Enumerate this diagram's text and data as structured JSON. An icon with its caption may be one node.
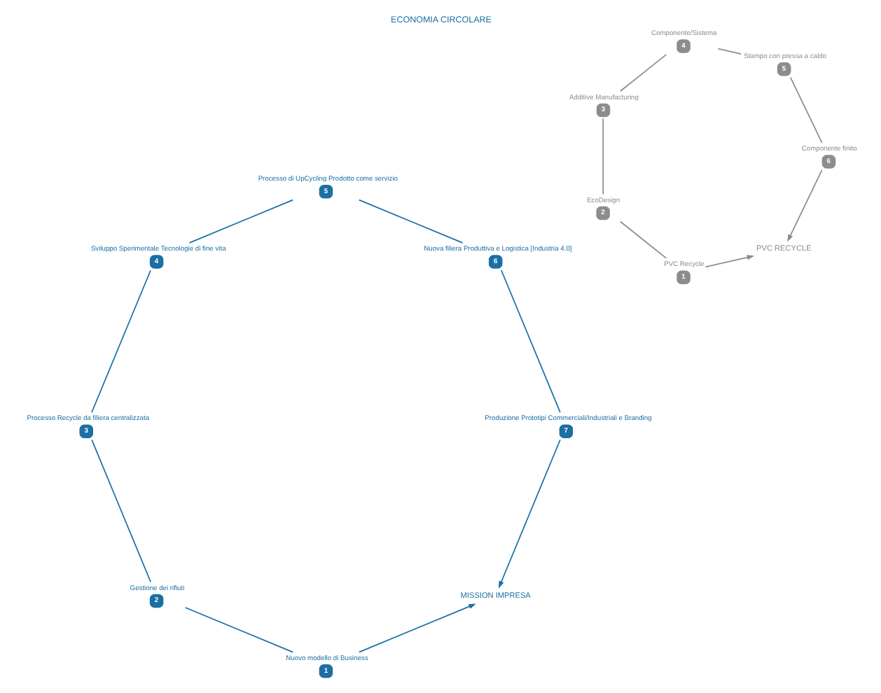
{
  "diagram": {
    "title": "ECONOMIA CIRCOLARE",
    "nodes": [
      {
        "text": [
          "MISSION IMPRESA"
        ]
      },
      {
        "text": [
          "1"
        ],
        "beside": [
          "Nuovo modello di Business"
        ]
      },
      {
        "text": [
          "2"
        ],
        "beside": [
          "Gestione dei rifiuti"
        ]
      },
      {
        "text": [
          "3"
        ],
        "beside": [
          "Processo Recycle da filiera centralizzata"
        ]
      },
      {
        "text": [
          "4"
        ],
        "beside": [
          "Sviluppo Sperimentale Tecnologie di fine vita"
        ]
      },
      {
        "text": [
          "5"
        ],
        "beside": [
          "Processo di UpCycling Prodotto come servizio"
        ]
      },
      {
        "text": [
          "6"
        ],
        "beside": [
          "Nuova filiera Produttiva e Logistica [Industria 4.0]"
        ]
      },
      {
        "text": [
          "7"
        ],
        "beside": [
          "Produzione Prototipi Commerciali/Industriali e Branding"
        ]
      },
      {
        "text": [
          "PVC RECYCLE"
        ]
      },
      {
        "text": [
          "1"
        ],
        "beside": [
          "PVC Recycle"
        ]
      },
      {
        "text": [
          "2"
        ],
        "beside": [
          "EcoDesign"
        ]
      },
      {
        "text": [
          "3"
        ],
        "beside": [
          "Additive Manufacturing"
        ]
      },
      {
        "text": [
          "4"
        ],
        "beside": [
          "Componente/Sistema"
        ]
      },
      {
        "text": [
          "5"
        ],
        "beside": [
          "Stampo con pressa a caldo"
        ]
      },
      {
        "text": [
          "6"
        ],
        "beside": [
          "Componente finito"
        ]
      }
    ],
    "edges": [
      {
        "from": 1,
        "to": 0,
        "arrow": "to"
      },
      {
        "from": 1,
        "to": 2,
        "arrow": "none"
      },
      {
        "from": 2,
        "to": 3,
        "arrow": "none"
      },
      {
        "from": 3,
        "to": 4,
        "arrow": "none"
      },
      {
        "from": 4,
        "to": 5,
        "arrow": "none"
      },
      {
        "from": 5,
        "to": 6,
        "arrow": "none"
      },
      {
        "from": 6,
        "to": 7,
        "arrow": "none"
      },
      {
        "from": 7,
        "to": 0,
        "arrow": "to"
      },
      {
        "from": 9,
        "to": 8,
        "arrow": "to",
        "color": "#8c8c8c"
      },
      {
        "from": 9,
        "to": 10,
        "arrow": "none",
        "color": "#8c8c8c"
      },
      {
        "from": 10,
        "to": 11,
        "arrow": "none",
        "color": "#8c8c8c"
      },
      {
        "from": 11,
        "to": 12,
        "arrow": "none",
        "color": "#8c8c8c"
      },
      {
        "from": 12,
        "to": 13,
        "arrow": "none",
        "color": "#8c8c8c"
      },
      {
        "from": 13,
        "to": 14,
        "arrow": "none",
        "color": "#8c8c8c"
      },
      {
        "from": 14,
        "to": 8,
        "arrow": "to",
        "color": "#8c8c8c"
      }
    ]
  }
}
